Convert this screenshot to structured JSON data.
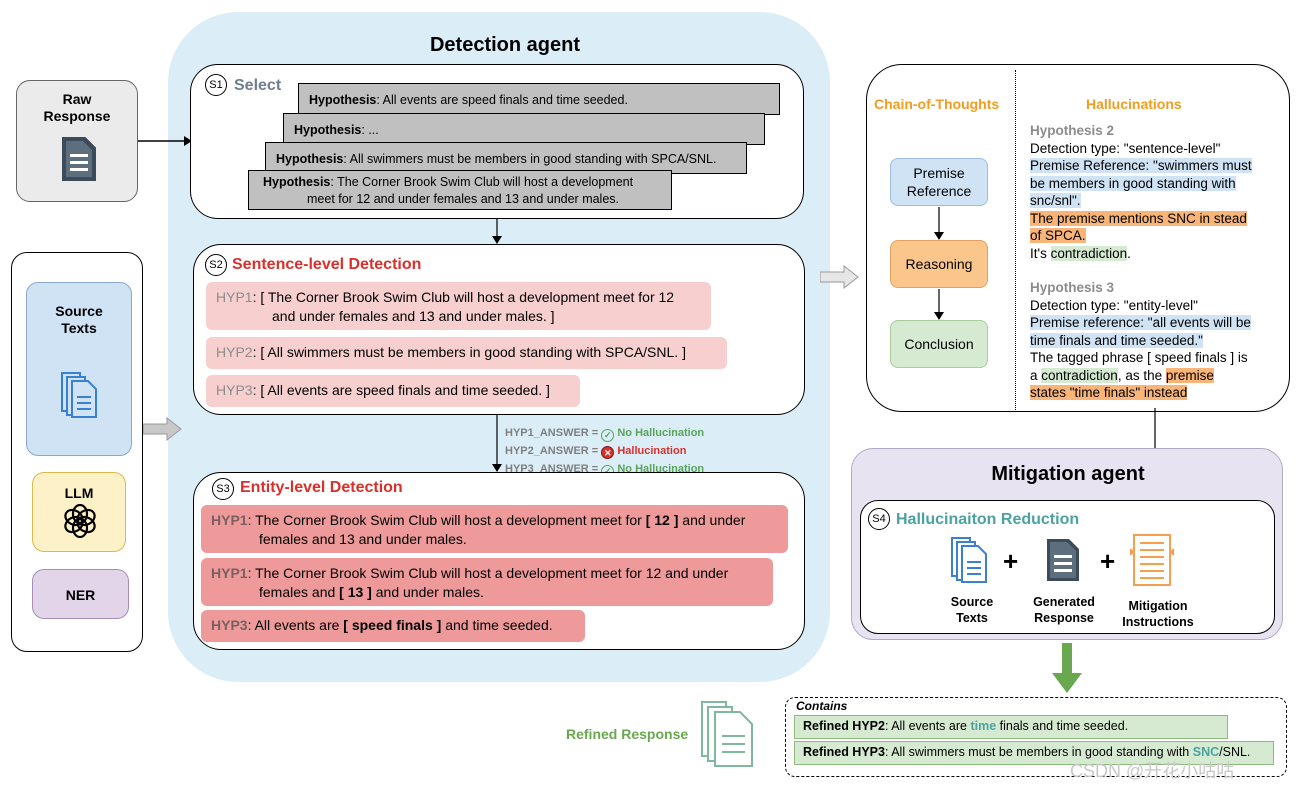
{
  "detection_agent": {
    "title": "Detection agent"
  },
  "raw_response": {
    "line1": "Raw",
    "line2": "Response"
  },
  "s1": {
    "num": "S1",
    "title": "Select",
    "cards": [
      {
        "label": "Hypothesis",
        "text": ": All events are speed finals and time seeded."
      },
      {
        "label": "Hypothesis",
        "text": ": ..."
      },
      {
        "label": "Hypothesis",
        "text": ": All swimmers must be members in good standing with SPCA/SNL."
      },
      {
        "label": "Hypothesis",
        "text": ": The Corner Brook Swim Club will host a development",
        "text2": "meet for 12 and under females and 13 and under males."
      }
    ]
  },
  "s2": {
    "num": "S2",
    "title": "Sentence-level Detection",
    "items": [
      {
        "label": "HYP1",
        "text": ": [ The Corner Brook Swim Club will host a development meet for 12",
        "text2": "and under females and 13 and under males. ]"
      },
      {
        "label": "HYP2",
        "text": ": [ All swimmers must be members in good standing with SPCA/SNL. ]"
      },
      {
        "label": "HYP3",
        "text": ": [ All events are speed finals and time seeded. ]"
      }
    ]
  },
  "answers": [
    {
      "key": "HYP1_ANSWER =",
      "result": "No Hallucination",
      "color": "#5aa35a"
    },
    {
      "key": "HYP2_ANSWER =",
      "result": "Hallucination",
      "color": "#d9302c"
    },
    {
      "key": "HYP3_ANSWER =",
      "result": "No Hallucination",
      "color": "#5aa35a"
    }
  ],
  "s3": {
    "num": "S3",
    "title": "Entity-level Detection",
    "items": [
      {
        "label": "HYP1",
        "pre": ": The Corner Brook Swim Club will host a development meet for ",
        "bold": "[ 12 ]",
        "post": " and under",
        "line2": "females and 13 and under males."
      },
      {
        "label": "HYP1",
        "pre": ": The Corner Brook Swim Club will host a development meet for 12 and under",
        "line2pre": "females and ",
        "bold": "[ 13 ]",
        "line2post": " and under males."
      },
      {
        "label": "HYP3",
        "pre": ": All events are ",
        "bold": "[ speed finals ]",
        "post": " and time seeded."
      }
    ]
  },
  "sidebar": {
    "source": {
      "line1": "Source",
      "line2": "Texts"
    },
    "llm": "LLM",
    "ner": "NER"
  },
  "cot_panel": {
    "cot_title": "Chain-of-Thoughts",
    "hall_title": "Hallucinations",
    "steps": [
      {
        "line1": "Premise",
        "line2": "Reference"
      },
      {
        "line1": "Reasoning",
        "line2": ""
      },
      {
        "line1": "Conclusion",
        "line2": ""
      }
    ],
    "hyp2": {
      "title": "Hypothesis 2",
      "type": "Detection type: \"sentence-level\"",
      "premise1": "Premise Reference: \"swimmers must",
      "premise2": "be members in good standing with",
      "premise3": "snc/snl\".",
      "reason1": "The premise mentions SNC in stead",
      "reason2": "of SPCA.",
      "concl_pre": "It's ",
      "concl_hl": "contradiction",
      "concl_post": "."
    },
    "hyp3": {
      "title": "Hypothesis 3",
      "type": "Detection type: \"entity-level\"",
      "premise1": "Premise reference: \"all events will be",
      "premise2": "time finals and time seeded.\"",
      "reason1": "The tagged phrase [ speed finals ] is",
      "reason2_pre": "a ",
      "reason2_hl": "contradiction",
      "reason2_mid": ", as the ",
      "reason2_hl2": "premise",
      "reason3_hl": "states \"time finals\" instead"
    }
  },
  "mitigation": {
    "title": "Mitigation agent",
    "s4_num": "S4",
    "s4_title": "Hallucinaiton Reduction",
    "items": [
      {
        "line1": "Source",
        "line2": "Texts"
      },
      {
        "line1": "Generated",
        "line2": "Response"
      },
      {
        "line1": "Mitigation",
        "line2": "Instructions"
      }
    ],
    "plus": "+"
  },
  "refined": {
    "label": "Refined Response",
    "contains": "Contains",
    "rows": [
      {
        "label": "Refined HYP2",
        "pre": ": All events are ",
        "hl": "time",
        "post": " finals and time seeded."
      },
      {
        "label": "Refined HYP3",
        "pre": ": All swimmers must be members in good standing with ",
        "hl": "SNC",
        "post": "/SNL."
      }
    ]
  },
  "watermark": "CSDN @开花小咕咕",
  "colors": {
    "orange": "#f39c1f",
    "red": "#d9302c",
    "teal": "#4aa3a0",
    "green_arrow": "#6aa84f"
  }
}
